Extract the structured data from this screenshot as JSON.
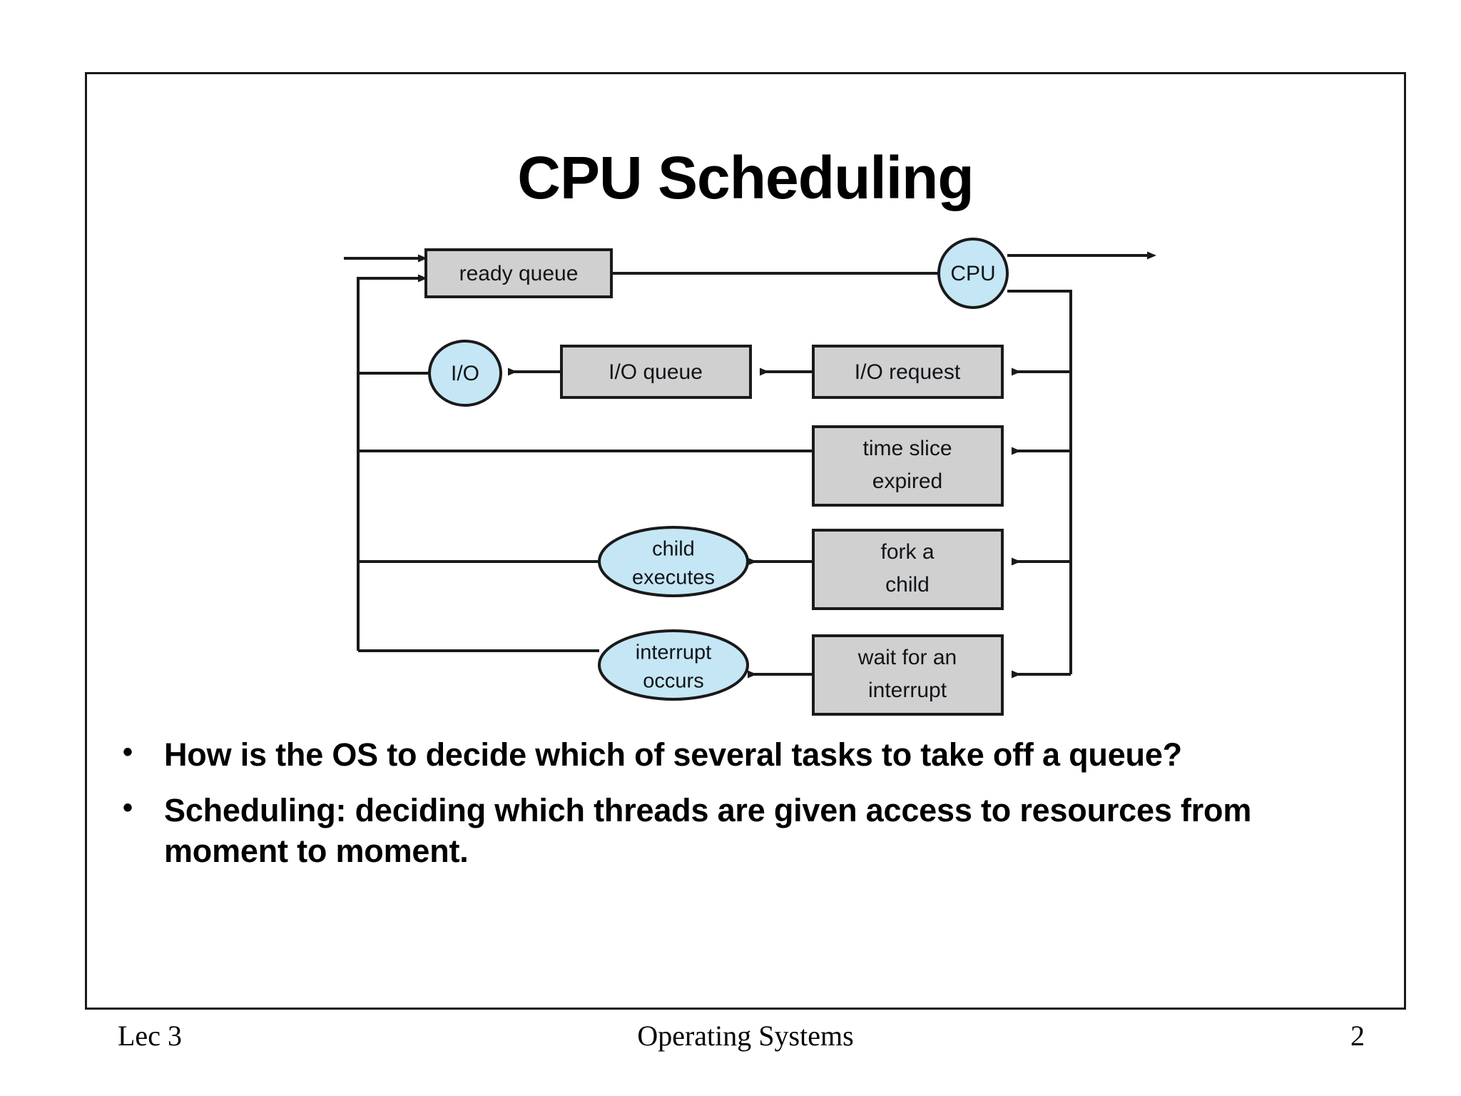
{
  "slide": {
    "title": "CPU Scheduling",
    "page_number": "2",
    "footer_left": "Lec 3",
    "footer_center": "Operating Systems"
  },
  "colors": {
    "box_fill": "#d0d0d0",
    "ellipse_fill": "#c5e6f5",
    "stroke": "#1a1a1a",
    "text": "#111418",
    "slide_border": "#1a1a1a",
    "background": "#ffffff"
  },
  "diagram": {
    "nodes": {
      "ready_queue": "ready queue",
      "cpu": "CPU",
      "io": "I/O",
      "io_queue": "I/O queue",
      "io_request": "I/O request",
      "time_slice_line1": "time slice",
      "time_slice_line2": "expired",
      "child_exec_line1": "child",
      "child_exec_line2": "executes",
      "fork_child_line1": "fork a",
      "fork_child_line2": "child",
      "interrupt_line1": "interrupt",
      "interrupt_line2": "occurs",
      "wait_interrupt_line1": "wait for an",
      "wait_interrupt_line2": "interrupt"
    }
  },
  "bullets": [
    {
      "marker": "•",
      "text": "How is the OS to decide which of several tasks to take off a queue?"
    },
    {
      "marker": "•",
      "text": "Scheduling: deciding which threads are given access to resources from moment to moment."
    }
  ]
}
